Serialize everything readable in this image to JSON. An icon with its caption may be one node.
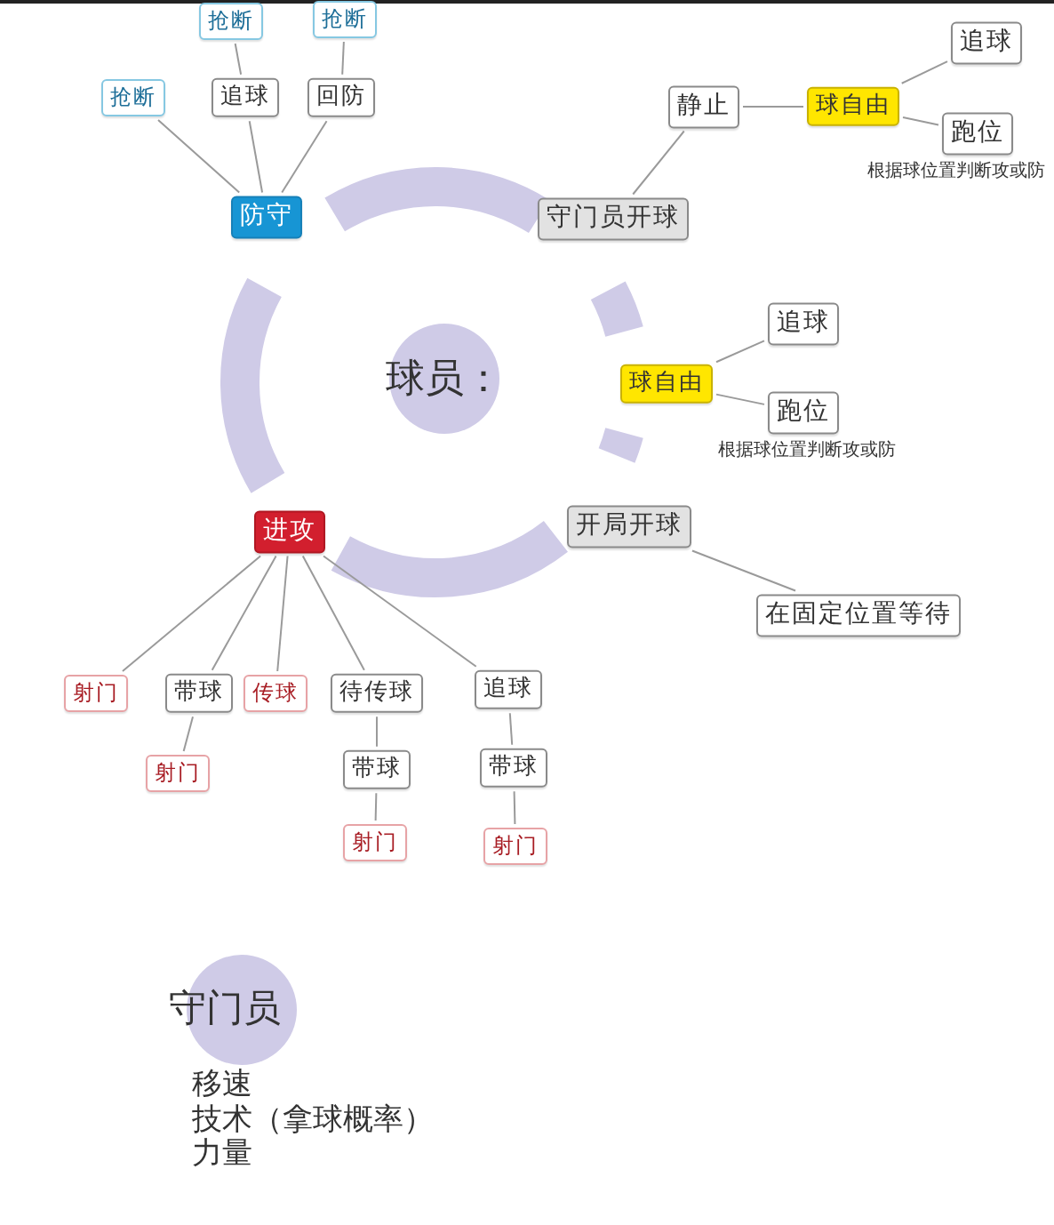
{
  "diagram": {
    "nodes": [
      {
        "text": [
          "球员："
        ]
      },
      {
        "text": [
          "防守"
        ]
      },
      {
        "text": [
          "抢断"
        ]
      },
      {
        "text": [
          "追球"
        ]
      },
      {
        "text": [
          "回防"
        ]
      },
      {
        "text": [
          "抢断"
        ]
      },
      {
        "text": [
          "抢断"
        ]
      },
      {
        "text": [
          "守门员开球"
        ]
      },
      {
        "text": [
          "静止"
        ]
      },
      {
        "text": [
          "球自由"
        ]
      },
      {
        "text": [
          "追球"
        ]
      },
      {
        "text": [
          "跑位"
        ],
        "beside": [
          "根据球位置判断攻或防"
        ]
      },
      {
        "text": [
          "球自由"
        ]
      },
      {
        "text": [
          "追球"
        ]
      },
      {
        "text": [
          "跑位"
        ],
        "beside": [
          "根据球位置判断攻或防"
        ]
      },
      {
        "text": [
          "开局开球"
        ]
      },
      {
        "text": [
          "在固定位置等待"
        ]
      },
      {
        "text": [
          "进攻"
        ]
      },
      {
        "text": [
          "射门"
        ]
      },
      {
        "text": [
          "带球"
        ]
      },
      {
        "text": [
          "传球"
        ]
      },
      {
        "text": [
          "待传球"
        ]
      },
      {
        "text": [
          "追球"
        ]
      },
      {
        "text": [
          "射门"
        ]
      },
      {
        "text": [
          "带球"
        ]
      },
      {
        "text": [
          "带球"
        ]
      },
      {
        "text": [
          "射门"
        ]
      },
      {
        "text": [
          "射门"
        ]
      },
      {
        "text": [
          "守门员"
        ],
        "beside": [
          "移速",
          "技术（拿球概率）",
          "力量"
        ]
      }
    ],
    "edges": [
      {
        "from": 1,
        "to": 2,
        "arrow": "none"
      },
      {
        "from": 1,
        "to": 3,
        "arrow": "none"
      },
      {
        "from": 1,
        "to": 4,
        "arrow": "none"
      },
      {
        "from": 3,
        "to": 5,
        "arrow": "none"
      },
      {
        "from": 4,
        "to": 6,
        "arrow": "none"
      },
      {
        "from": 7,
        "to": 8,
        "arrow": "none"
      },
      {
        "from": 8,
        "to": 9,
        "arrow": "none"
      },
      {
        "from": 9,
        "to": 10,
        "arrow": "none"
      },
      {
        "from": 9,
        "to": 11,
        "arrow": "none"
      },
      {
        "from": 12,
        "to": 13,
        "arrow": "none"
      },
      {
        "from": 12,
        "to": 14,
        "arrow": "none"
      },
      {
        "from": 15,
        "to": 16,
        "arrow": "none"
      },
      {
        "from": 17,
        "to": 18,
        "arrow": "none"
      },
      {
        "from": 17,
        "to": 19,
        "arrow": "none"
      },
      {
        "from": 17,
        "to": 20,
        "arrow": "none"
      },
      {
        "from": 17,
        "to": 21,
        "arrow": "none"
      },
      {
        "from": 17,
        "to": 22,
        "arrow": "none"
      },
      {
        "from": 19,
        "to": 23,
        "arrow": "none"
      },
      {
        "from": 21,
        "to": 24,
        "arrow": "none"
      },
      {
        "from": 24,
        "to": 26,
        "arrow": "none"
      },
      {
        "from": 22,
        "to": 25,
        "arrow": "none"
      },
      {
        "from": 25,
        "to": 27,
        "arrow": "none"
      }
    ]
  }
}
